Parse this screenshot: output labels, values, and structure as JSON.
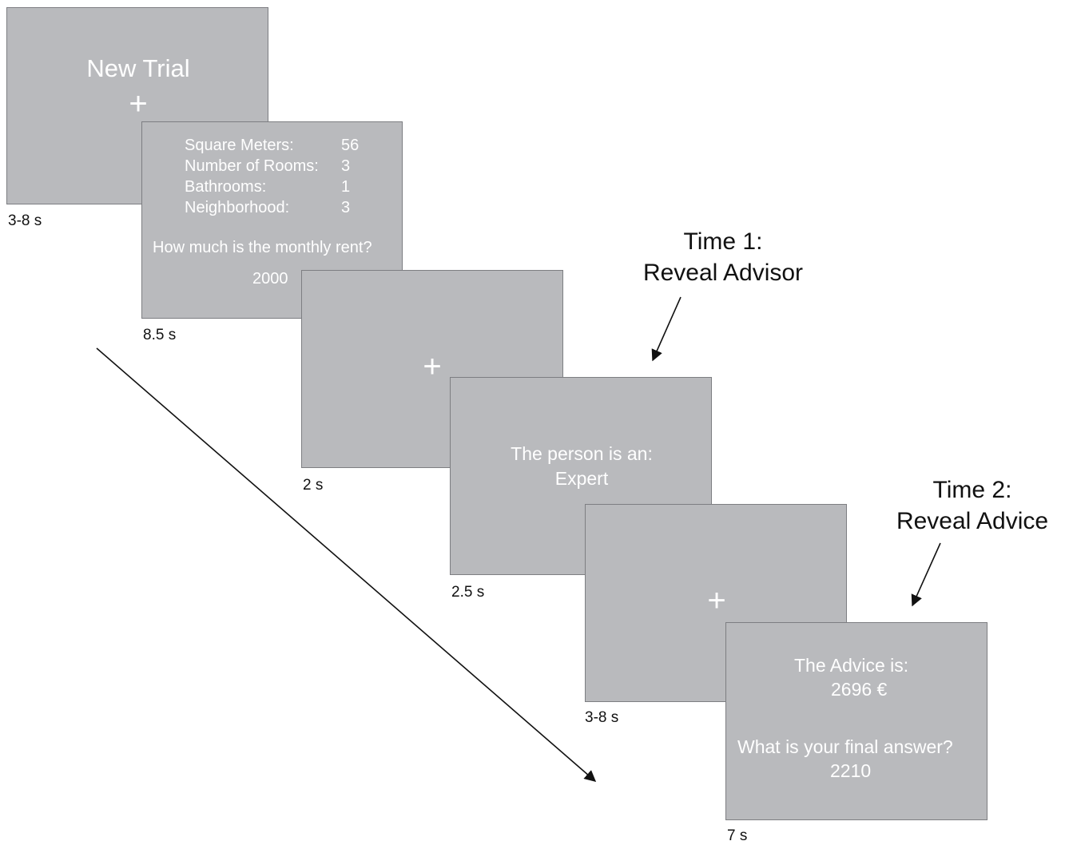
{
  "screens": {
    "new_trial": {
      "title": "New Trial",
      "fixation": "+",
      "duration": "3-8 s"
    },
    "house_info": {
      "rows": [
        {
          "label": "Square Meters:",
          "value": "56"
        },
        {
          "label": "Number of Rooms:",
          "value": "3"
        },
        {
          "label": "Bathrooms:",
          "value": "1"
        },
        {
          "label": "Neighborhood:",
          "value": "3"
        }
      ],
      "question": "How much is the monthly rent?",
      "answer": "2000",
      "duration": "8.5 s"
    },
    "fixation_1": {
      "fixation": "+",
      "duration": "2 s"
    },
    "advisor": {
      "line1": "The person is an:",
      "line2": "Expert",
      "duration": "2.5 s"
    },
    "fixation_2": {
      "fixation": "+",
      "duration": "3-8 s"
    },
    "advice": {
      "line1": "The Advice is:",
      "line2": "2696 €",
      "question": "What is your final answer?",
      "answer": "2210",
      "duration": "7 s"
    }
  },
  "annotations": {
    "time1": {
      "line1": "Time 1:",
      "line2": "Reveal Advisor"
    },
    "time2": {
      "line1": "Time 2:",
      "line2": "Reveal Advice"
    }
  }
}
